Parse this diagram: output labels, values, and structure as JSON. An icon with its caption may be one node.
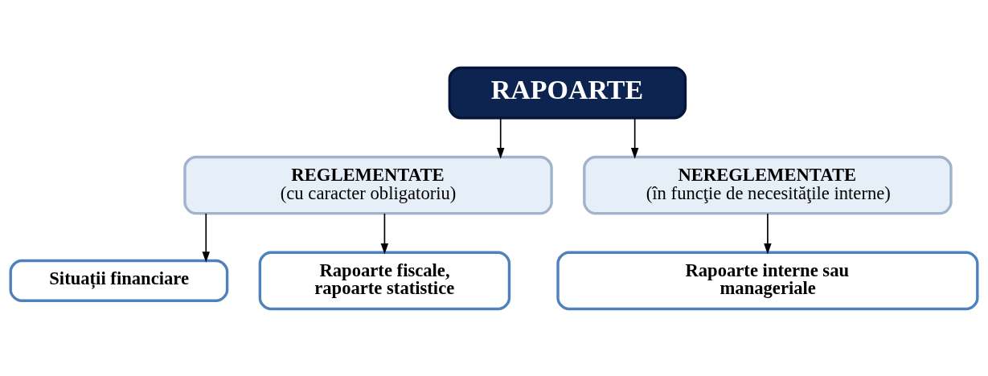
{
  "diagram": {
    "nodes": [
      {
        "text": [
          "RAPOARTE"
        ]
      },
      {
        "text": [
          "REGLEMENTATE",
          "(cu caracter obligatoriu)"
        ]
      },
      {
        "text": [
          "NEREGLEMENTATE",
          "(în funcţie de necesităţile interne)"
        ]
      },
      {
        "text": [
          "Situații financiare"
        ]
      },
      {
        "text": [
          "Rapoarte fiscale, rapoarte statistice"
        ]
      },
      {
        "text": [
          "Rapoarte interne sau manageriale"
        ]
      }
    ],
    "edges": [
      {
        "from": 0,
        "to": 1,
        "arrow": "to"
      },
      {
        "from": 0,
        "to": 2,
        "arrow": "to"
      },
      {
        "from": 1,
        "to": 3,
        "arrow": "to"
      },
      {
        "from": 1,
        "to": 4,
        "arrow": "to"
      },
      {
        "from": 2,
        "to": 5,
        "arrow": "to"
      }
    ]
  }
}
